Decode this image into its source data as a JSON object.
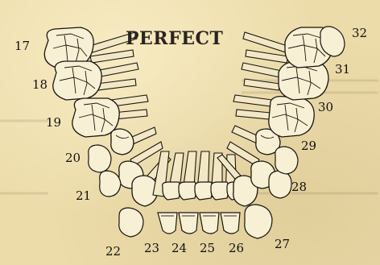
{
  "title": "PERFECT",
  "tooth_numbers": {
    "t17": "17",
    "t18": "18",
    "t19": "19",
    "t20": "20",
    "t21": "21",
    "t22": "22",
    "t23": "23",
    "t24": "24",
    "t25": "25",
    "t26": "26",
    "t27": "27",
    "t28": "28",
    "t29": "29",
    "t30": "30",
    "t31": "31",
    "t32": "32"
  }
}
